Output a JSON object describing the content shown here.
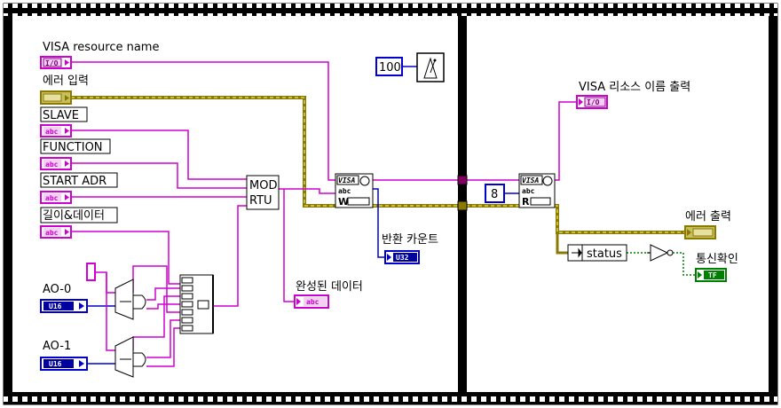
{
  "controls": {
    "visa_resource": "VISA resource name",
    "error_in": "에러 입력",
    "slave": "SLAVE",
    "function": "FUNCTION",
    "start_adr": "START ADR",
    "length_data": "길이&데이터",
    "ao0": "AO-0",
    "ao1": "AO-1"
  },
  "terminals": {
    "io": "I/O",
    "abc": "abc",
    "u16": "U16",
    "u32": "U32",
    "tf": "TF"
  },
  "nodes": {
    "modrtu_line1": "MOD",
    "modrtu_line2": "RTU",
    "visa_label": "VISA",
    "abc_label": "abc",
    "write_letter": "W",
    "read_letter": "R",
    "timer_constant": "100",
    "byte_count_constant": "8",
    "status_label": "status"
  },
  "indicators": {
    "return_count": "반환 카운트",
    "completed_data": "완성된 데이터",
    "visa_resource_out": "VISA 리소스 이름 출력",
    "error_out": "에러 출력",
    "comm_check": "통신확인"
  },
  "colors": {
    "wire_string": "#d000d0",
    "wire_error": "#8a7a00",
    "wire_error_light": "#d8d060",
    "wire_numeric": "#0000d0",
    "wire_boolean": "#008000",
    "frame_border": "#000000"
  }
}
